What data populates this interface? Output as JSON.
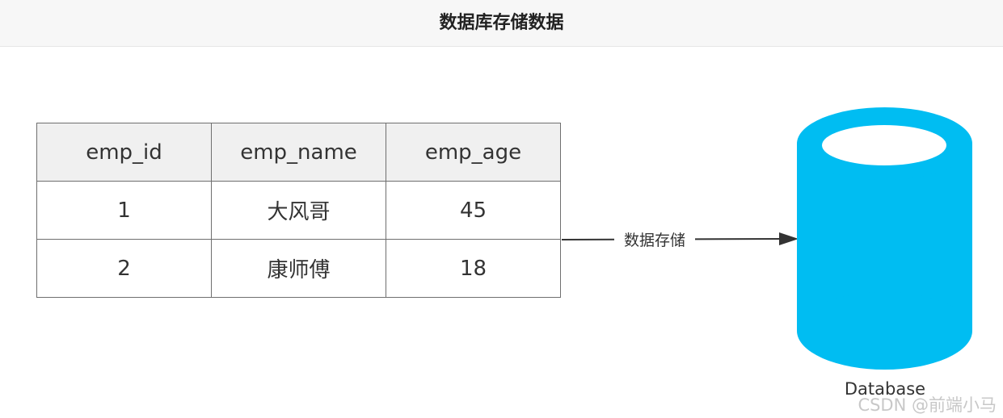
{
  "header": {
    "title": "数据库存储数据"
  },
  "table": {
    "columns": [
      "emp_id",
      "emp_name",
      "emp_age"
    ],
    "rows": [
      [
        "1",
        "大风哥",
        "45"
      ],
      [
        "2",
        "康师傅",
        "18"
      ]
    ]
  },
  "arrow": {
    "label": "数据存储"
  },
  "database": {
    "label": "Database",
    "color": "#00bdf2"
  },
  "watermark": {
    "text": "CSDN @前端小马"
  }
}
